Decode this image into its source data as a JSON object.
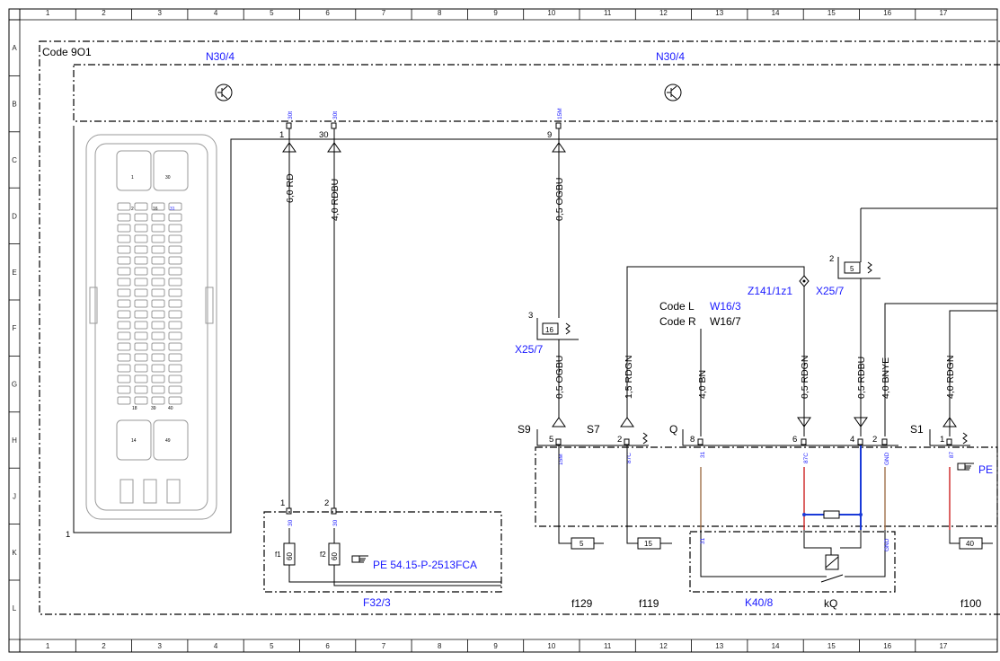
{
  "grid": {
    "columns": [
      "1",
      "2",
      "3",
      "4",
      "5",
      "6",
      "7",
      "8",
      "9",
      "10",
      "11",
      "12",
      "13",
      "14",
      "15",
      "16",
      "17"
    ],
    "rows": [
      "A",
      "B",
      "C",
      "D",
      "E",
      "F",
      "G",
      "H",
      "J",
      "K",
      "L"
    ]
  },
  "code_label": "Code 9O1",
  "components": {
    "n30_left": "N30/4",
    "n30_right": "N30/4",
    "f32": "F32/3",
    "k40": "K40/8",
    "x25_upper": "X25/7",
    "x25_lower": "X25/7",
    "z141": "Z141/1z1",
    "code_l": "Code L",
    "code_l_ref": "W16/3",
    "code_r": "Code R",
    "code_r_ref": "W16/7",
    "kq": "kQ",
    "f129": "f129",
    "f119": "f119",
    "f100": "f100"
  },
  "connector_label": "1",
  "wires": {
    "w1": "6,0 RD",
    "w2": "4,0 RDBU",
    "w3": "0,5 OGBU",
    "w4": "0,5 OGBU",
    "w5": "1,5 RDGN",
    "w6": "4,0 BN",
    "w7": "0,5 RDGN",
    "w8": "0,5 RDBU",
    "w9": "4,0 BNYE",
    "w10": "4,0 RDGN"
  },
  "terminals": {
    "t30_1": "30t",
    "t30_2": "30t",
    "t15m": "15M",
    "t15m_b": "15M",
    "t87c_1": "87C",
    "t31_1": "31",
    "t87c_2": "87C",
    "gnd_1": "GND",
    "t87_1": "87",
    "f32_30_1": "30",
    "f32_30_2": "30",
    "k40_31": "31",
    "k40_gnd": "GND"
  },
  "pins": {
    "p1": "1",
    "p30": "30",
    "p9": "9",
    "p16": "16",
    "p3": "3",
    "p2": "2",
    "p5": "5",
    "s9": "S9",
    "s9_pin": "5",
    "s7": "S7",
    "s7_pin": "2",
    "q": "Q",
    "q_pin": "8",
    "pin_6": "6",
    "pin_4": "4",
    "pin_2b": "2",
    "s1": "S1",
    "s1_pin": "1",
    "f32_p1": "1",
    "f32_p2": "2"
  },
  "fuses": {
    "f1_id": "f1",
    "f1_val": "60",
    "f2_id": "f2",
    "f2_val": "60"
  },
  "fuse_boxes": {
    "b5": "5",
    "b15": "15",
    "b40": "40"
  },
  "references": {
    "pe_fca": "PE 54.15-P-2513FCA",
    "pe_right": "PE"
  },
  "ecu_pins": {
    "c1": "1",
    "c30": "30",
    "c2": "2",
    "c16": "16",
    "c31": "31",
    "c18": "18",
    "c39": "39",
    "c40": "40",
    "c14": "14",
    "c49": "49"
  },
  "colors": {
    "frame": "#000000",
    "wire": "#000000",
    "label_blue": "#1a1aff",
    "wire_red": "#cc2222",
    "wire_blue": "#1a3ad8",
    "wire_brown": "#a0704a"
  }
}
